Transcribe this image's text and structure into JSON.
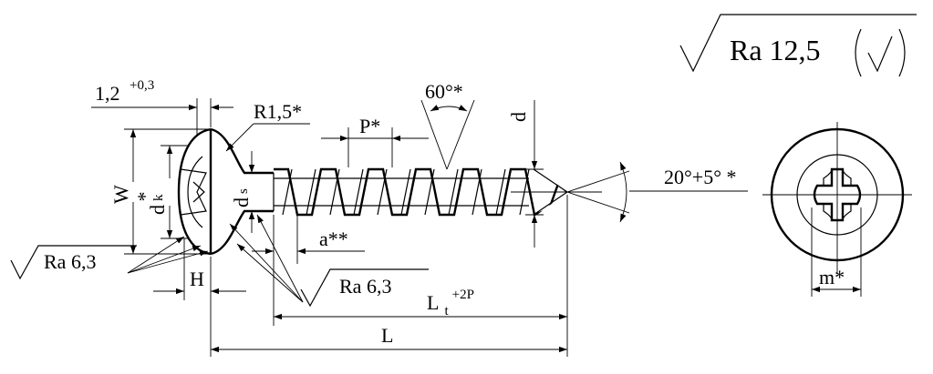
{
  "general_roughness": "Ra 12,5",
  "labels": {
    "head_thickness": "1,2",
    "head_thickness_tol": "+0,3",
    "radius": "R1,5*",
    "pitch": "P*",
    "thread_angle": "60°*",
    "major_diameter": "d",
    "point_angle": "20°+5° *",
    "washer_diameter": "W",
    "head_diameter": "d",
    "head_diameter_sub": "k",
    "head_diameter_star": "*",
    "shank_diameter": "d",
    "shank_diameter_sub": "s",
    "unthreaded_length": "a**",
    "roughness_head": "Ra 6,3",
    "roughness_shank": "Ra 6,3",
    "head_height": "H",
    "thread_length": "L",
    "thread_length_sub": "t",
    "thread_length_tol": "+2P",
    "total_length": "L",
    "recess_size": "m*"
  }
}
